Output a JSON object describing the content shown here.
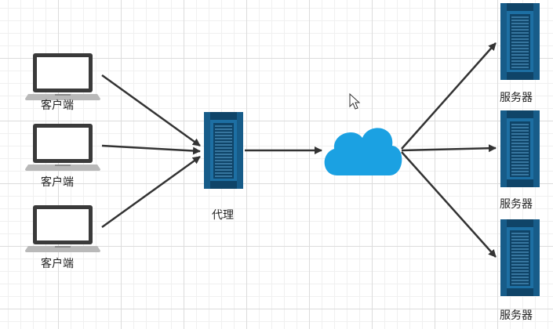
{
  "colors": {
    "server_blue": "#1d6fa3",
    "server_dark": "#0f4468",
    "cloud_blue": "#1ba1e2",
    "edge": "#333333"
  },
  "nodes": {
    "clients": [
      {
        "label": "客户端",
        "icon": "laptop-icon"
      },
      {
        "label": "客户端",
        "icon": "laptop-icon"
      },
      {
        "label": "客户端",
        "icon": "laptop-icon"
      }
    ],
    "proxy": {
      "label": "代理",
      "icon": "server-icon"
    },
    "internet": {
      "icon": "cloud-icon"
    },
    "servers": [
      {
        "label": "服务器",
        "icon": "server-icon"
      },
      {
        "label": "服务器",
        "icon": "server-icon"
      },
      {
        "label": "服务器",
        "icon": "server-icon"
      }
    ]
  },
  "cursor": {
    "icon": "mouse-pointer-icon"
  }
}
